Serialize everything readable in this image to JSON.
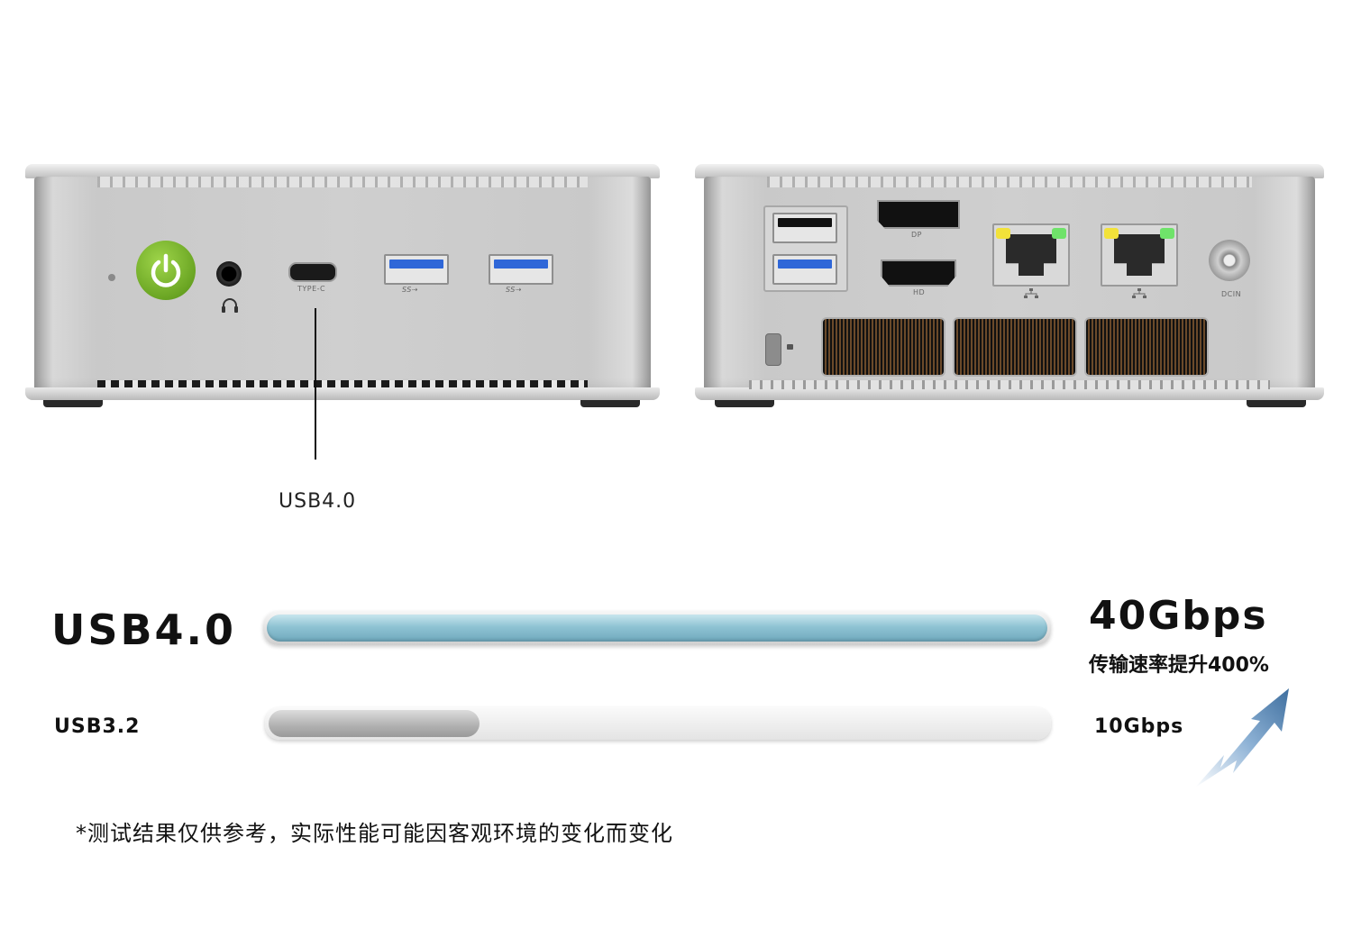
{
  "callout": {
    "label": "USB4.0"
  },
  "front_panel": {
    "port_labels": [
      "TYPE-C",
      "SS⇢",
      "SS⇢"
    ]
  },
  "rear_panel": {
    "port_labels": [
      "DP",
      "HD",
      "DCIN"
    ]
  },
  "comparison": {
    "usb4": {
      "label": "USB4.0",
      "speed": "40Gbps",
      "note": "传输速率提升400%",
      "level": 1.0
    },
    "usb32": {
      "label": "USB3.2",
      "speed": "10Gbps",
      "level": 0.27
    }
  },
  "footnote": "*测试结果仅供参考，实际性能可能因客观环境的变化而变化",
  "colors": {
    "power_green": "#7ab82f",
    "usb_blue": "#2f67d8",
    "bar_blue": "#a9d3df",
    "bar_gray": "#b5b5b5"
  }
}
